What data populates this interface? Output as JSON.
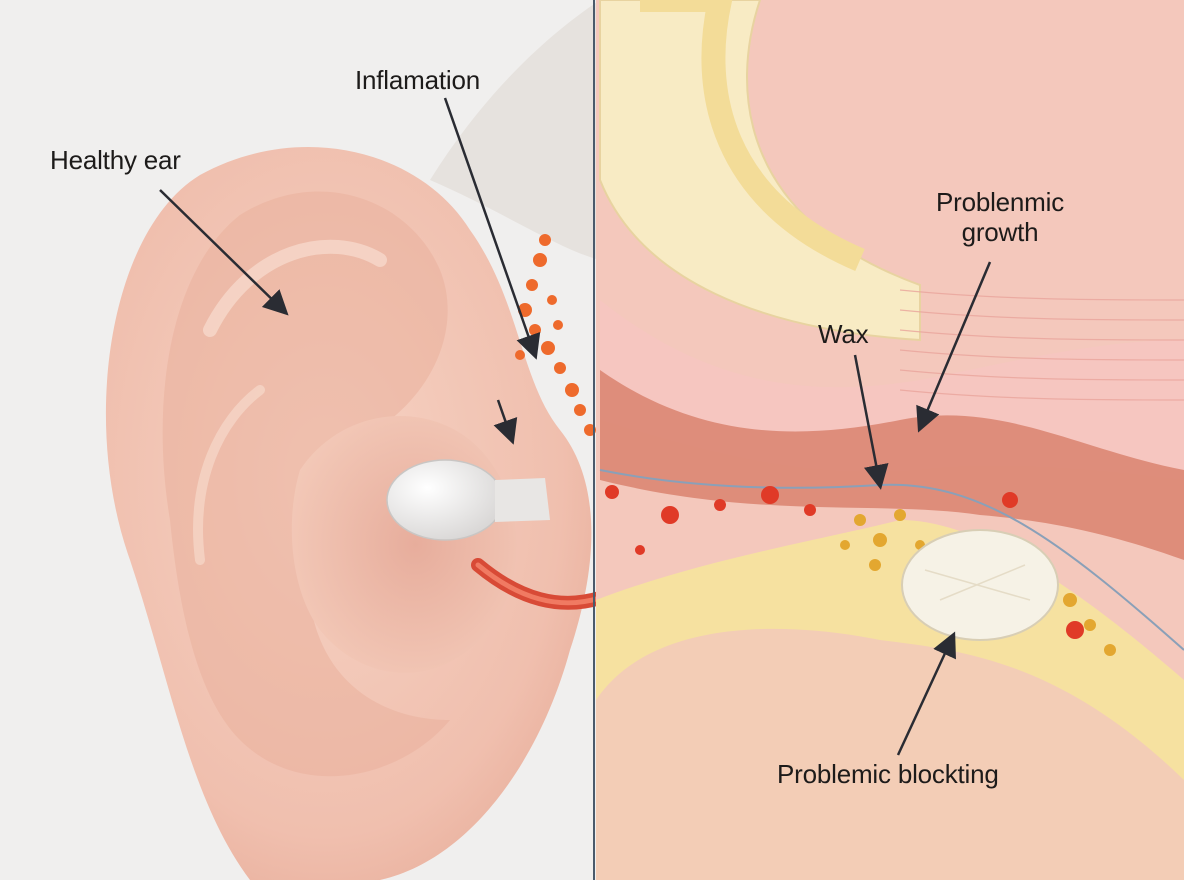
{
  "diagram": {
    "type": "anatomical-illustration",
    "subject": "Ear: external view (left) and ear canal cross-section (right)",
    "colors": {
      "background": "#f0efee",
      "skin": "#f2c6b4",
      "skin_shadow": "#e3a592",
      "tissue_pink": "#f4b8b0",
      "muscle_red": "#d9826f",
      "fat_yellow": "#f6e1a0",
      "bone_cream": "#f8ebc4",
      "inflammation_orange": "#ee6a2c",
      "blood_red": "#e03a27",
      "wax_gold": "#e3a730",
      "growth_white": "#f6f2e6",
      "divider": "#4b5a6b",
      "arrow": "#2a2c33"
    }
  },
  "labels": {
    "healthy_ear": "Healthy ear",
    "inflammation": "Inflamation",
    "problematic_growth_line1": "Problenmic",
    "problematic_growth_line2": "growth",
    "wax": "Wax",
    "problematic_blocking": "Problemic blockting"
  }
}
